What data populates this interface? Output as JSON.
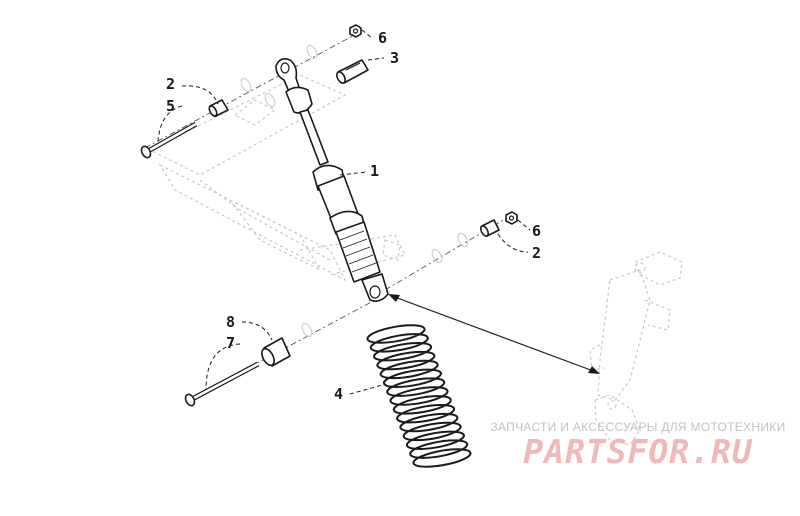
{
  "callouts": [
    {
      "id": "c6a",
      "label": "6"
    },
    {
      "id": "c3",
      "label": "3"
    },
    {
      "id": "c2a",
      "label": "2"
    },
    {
      "id": "c5",
      "label": "5"
    },
    {
      "id": "c1",
      "label": "1"
    },
    {
      "id": "c6b",
      "label": "6"
    },
    {
      "id": "c2b",
      "label": "2"
    },
    {
      "id": "c8",
      "label": "8"
    },
    {
      "id": "c7",
      "label": "7"
    },
    {
      "id": "c4",
      "label": "4"
    }
  ],
  "watermark": {
    "caption": "ЗАПЧАСТИ И АКСЕССУАРЫ ДЛЯ МОТОТЕХНИКИ",
    "logo": "PARTSFOR.RU"
  },
  "colors": {
    "ink": "#1a1a1a",
    "ghost": "#c8c8c8",
    "watermark_logo": "#f0b8b8",
    "watermark_caption": "#c2c2c2"
  }
}
